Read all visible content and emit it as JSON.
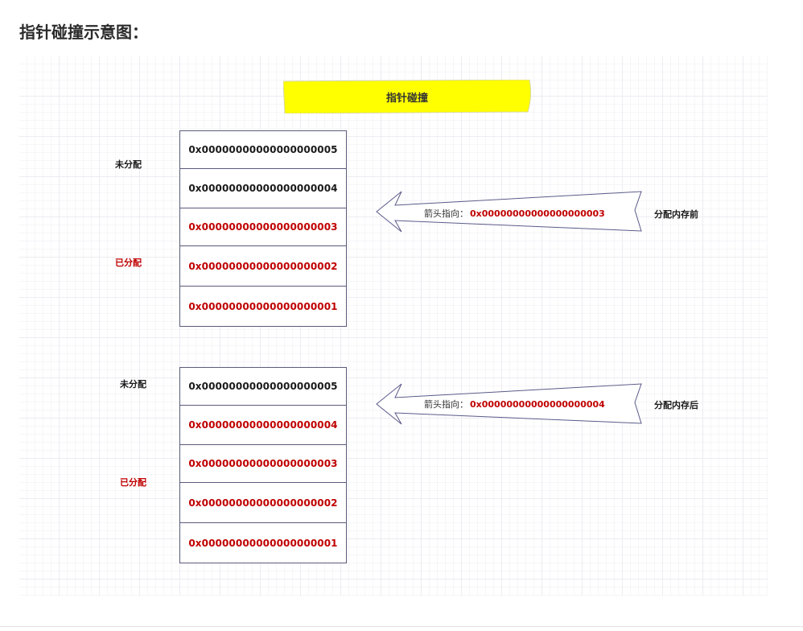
{
  "heading": "指针碰撞示意图：",
  "title_note": "指针碰撞",
  "colors": {
    "note_yellow": "#ffff00",
    "allocated_red": "#c00000",
    "grid": "#ececf2"
  },
  "before": {
    "unallocated_label": "未分配",
    "allocated_label": "已分配",
    "cells": [
      "0x00000000000000000005",
      "0x00000000000000000004",
      "0x00000000000000000003",
      "0x00000000000000000002",
      "0x00000000000000000001"
    ],
    "arrow_prefix": "箭头指向：",
    "arrow_address": "0x00000000000000000003",
    "state_label": "分配内存前"
  },
  "after": {
    "unallocated_label": "未分配",
    "allocated_label": "已分配",
    "cells": [
      "0x00000000000000000005",
      "0x00000000000000000004",
      "0x00000000000000000003",
      "0x00000000000000000002",
      "0x00000000000000000001"
    ],
    "arrow_prefix": "箭头指向：",
    "arrow_address": "0x00000000000000000004",
    "state_label": "分配内存后"
  }
}
